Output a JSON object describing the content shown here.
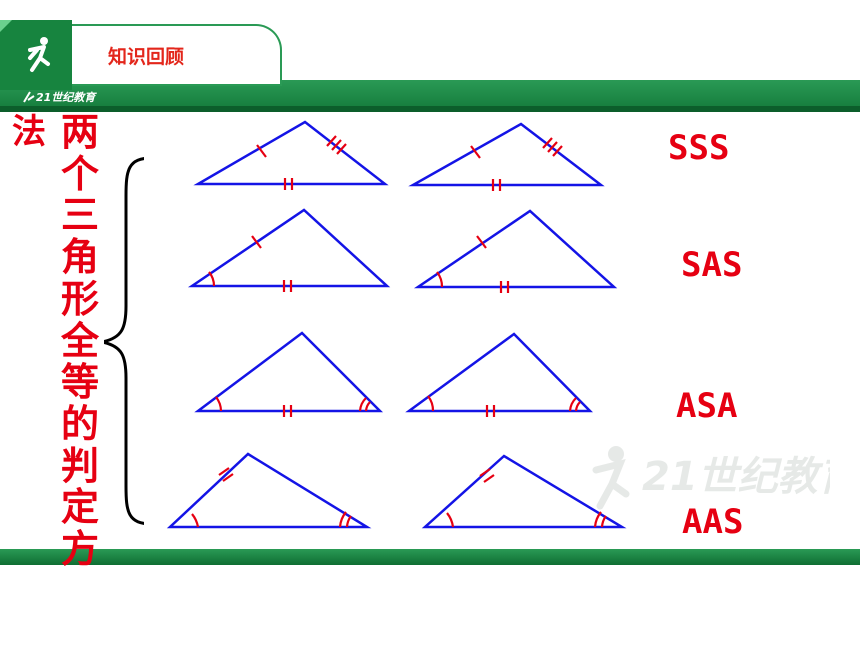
{
  "header": {
    "section_title": "知识回顾",
    "brand_text": "21世纪教育"
  },
  "side_text": {
    "main": [
      "两",
      "个",
      "三",
      "角",
      "形",
      "全",
      "等",
      "的",
      "判",
      "定",
      "方"
    ],
    "overflow": "法"
  },
  "criteria": [
    {
      "label": "SSS"
    },
    {
      "label": "SAS"
    },
    {
      "label": "ASA"
    },
    {
      "label": "AAS"
    }
  ],
  "colors": {
    "triangle": "#1414e6",
    "mark": "#e60012",
    "accent_green": "#1f8a45",
    "label_red": "#e60012"
  },
  "icons": [
    "runner-logo-icon",
    "curly-brace-icon",
    "watermark-logo-icon"
  ]
}
